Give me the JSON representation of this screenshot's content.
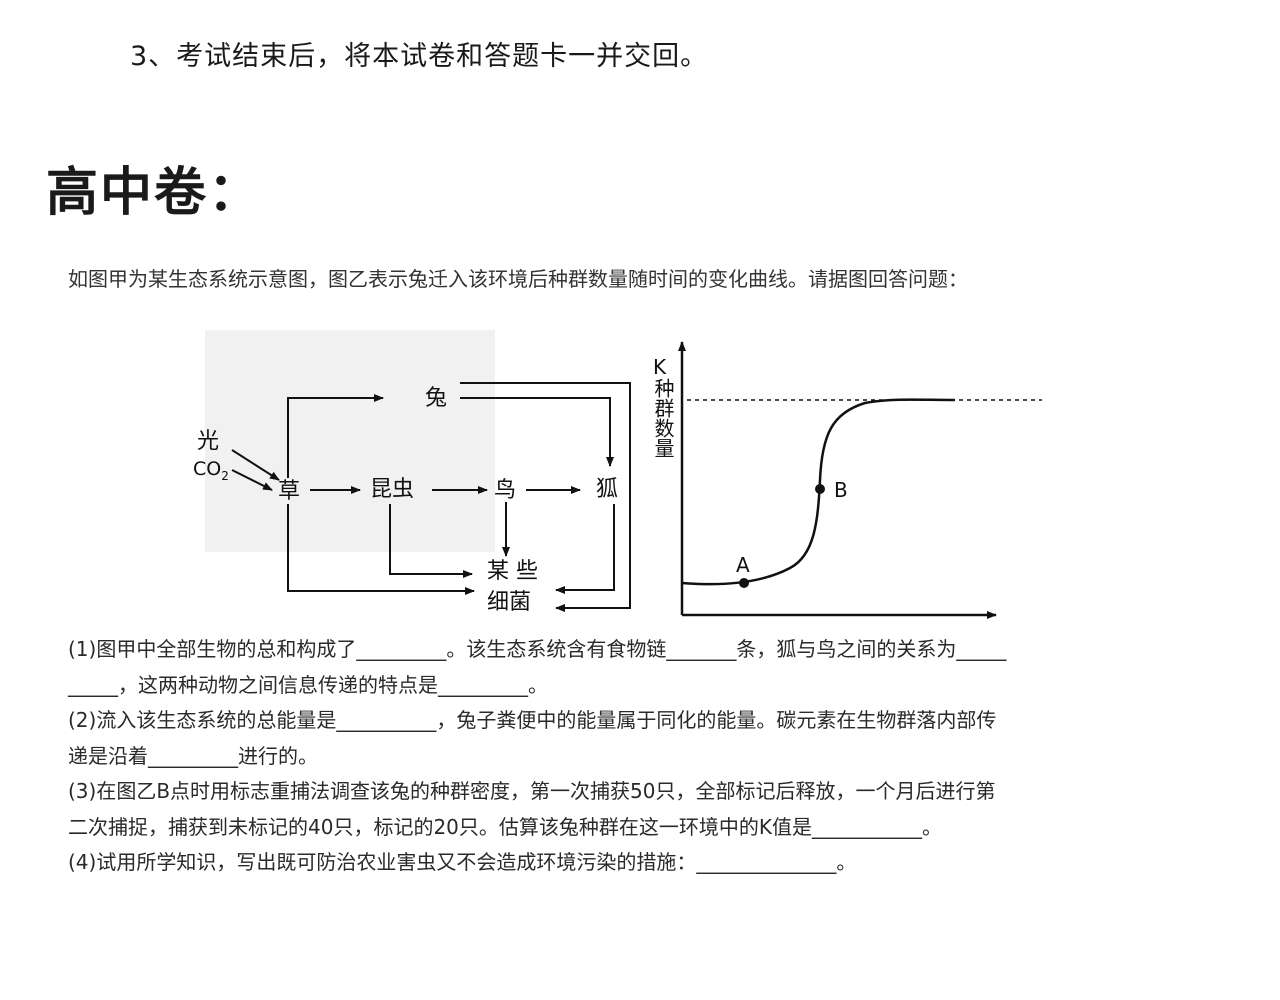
{
  "header_note": "3、考试结束后，将本试卷和答题卡一并交回。",
  "section_title": "高中卷：",
  "intro": "如图甲为某生态系统示意图，图乙表示兔迁入该环境后种群数量随时间的变化曲线。请据图回答问题：",
  "food_web": {
    "light": "光",
    "co2": "CO",
    "co2_sub": "2",
    "grass": "草",
    "insect": "昆虫",
    "bird": "鸟",
    "fox": "狐",
    "rabbit": "兔",
    "bacteria_line1": "某 些",
    "bacteria_line2": "细菌"
  },
  "graph": {
    "k_label": "K",
    "ylabel": "种群数量",
    "point_a": "A",
    "point_b": "B"
  },
  "questions": [
    "(1)图甲中全部生物的总和构成了_________。该生态系统含有食物链_______条，狐与鸟之间的关系为_____",
    "_____，这两种动物之间信息传递的特点是_________。",
    "(2)流入该生态系统的总能量是__________，兔子粪便中的能量属于同化的能量。碳元素在生物群落内部传",
    "递是沿着_________进行的。",
    "(3)在图乙B点时用标志重捕法调查该兔的种群密度，第一次捕获50只，全部标记后释放，一个月后进行第",
    "二次捕捉，捕获到未标记的40只，标记的20只。估算该兔种群在这一环境中的K值是___________。",
    "(4)试用所学知识，写出既可防治农业害虫又不会造成环境污染的措施：______________。"
  ]
}
